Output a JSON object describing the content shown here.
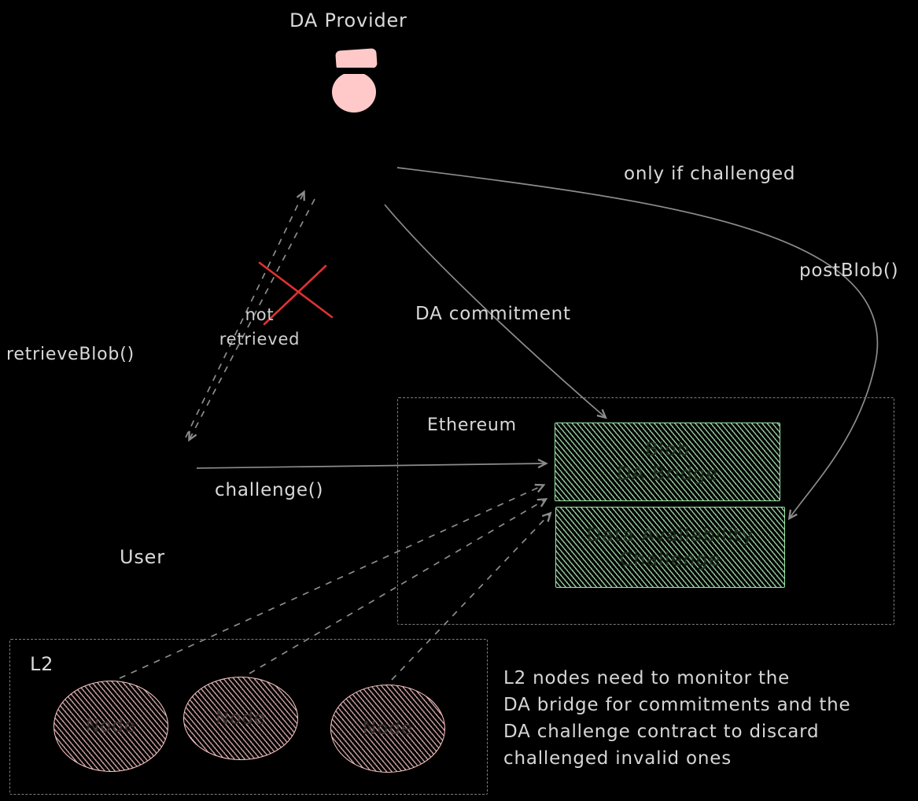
{
  "labels": {
    "da_provider": "DA Provider",
    "only_if_challenged": "only if challenged",
    "post_blob": "postBlob()",
    "da_commitment": "DA commitment",
    "not_line1": "not",
    "not_line2": "retrieved",
    "retrieve_blob": "retrieveBlob()",
    "challenge": "challenge()",
    "user": "User",
    "ethereum": "Ethereum",
    "l2": "L2"
  },
  "boxes": {
    "blob_da_bridge": {
      "line1": "Blob",
      "line2": "DA Bridge"
    },
    "da_challenge": {
      "line1": "Data Availability",
      "line2": "Challenge"
    }
  },
  "nodes": [
    {
      "label": "Node"
    },
    {
      "label": "Node"
    },
    {
      "label": "Node"
    }
  ],
  "note": {
    "lines": [
      "L2 nodes need to monitor the",
      "DA bridge for commitments and the",
      "DA challenge contract to discard",
      "challenged invalid ones"
    ]
  },
  "colors": {
    "background": "#000000",
    "text": "#d9d9d9",
    "arrow": "#8c8c8c",
    "cross_red": "#e03131",
    "green_fill": "#b2f2bb",
    "pink_fill": "#ffc9c9",
    "dashed_border": "#7d7d7d"
  }
}
